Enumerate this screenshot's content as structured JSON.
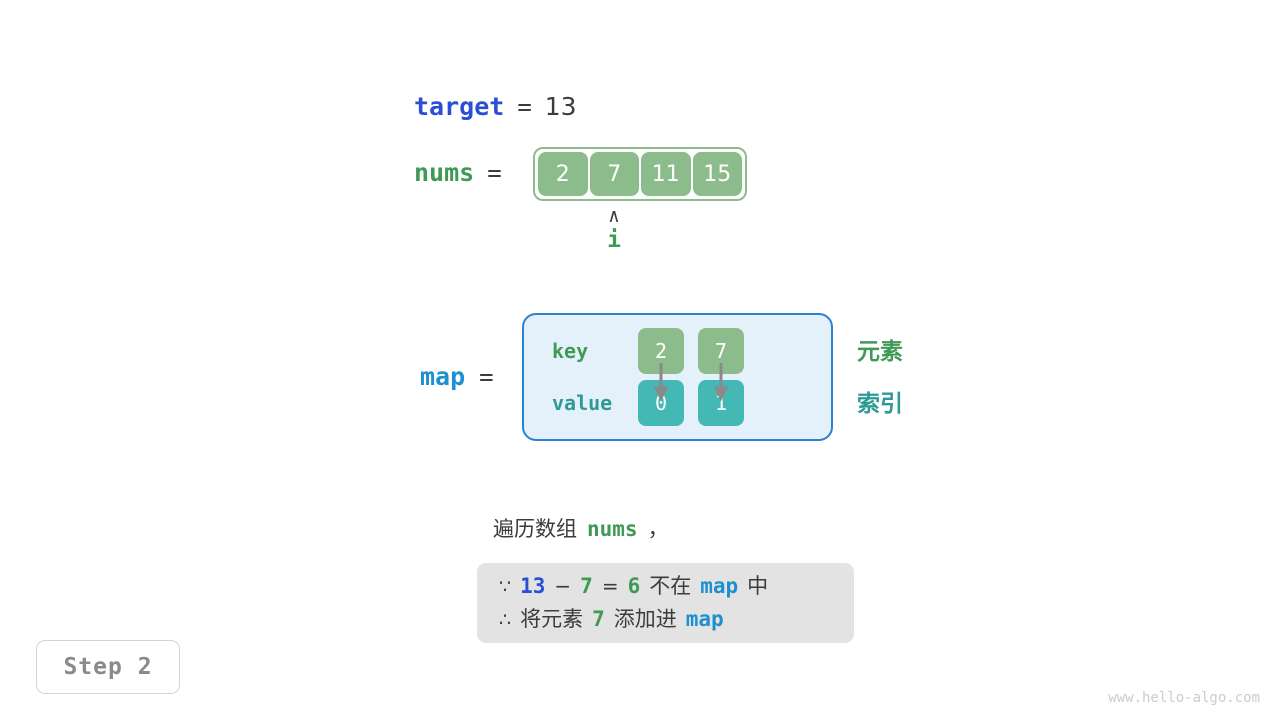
{
  "variables": {
    "target": {
      "name": "target",
      "equals": "=",
      "value": "13"
    },
    "nums": {
      "name": "nums",
      "equals": "=",
      "cells": [
        "2",
        "7",
        "11",
        "15"
      ]
    },
    "pointer": {
      "caret": "∧",
      "label": "i",
      "points_to_index": 1
    },
    "map": {
      "name": "map",
      "equals": "=",
      "key_label": "key",
      "value_label": "value",
      "keys": [
        "2",
        "7"
      ],
      "values": [
        "0",
        "1"
      ],
      "annotation_key": "元素",
      "annotation_value": "索引"
    }
  },
  "caption": {
    "prefix": "遍历数组",
    "code": "nums",
    "suffix": "，"
  },
  "explanation": {
    "line1": {
      "symbol": "∵",
      "a": "13",
      "minus": "−",
      "b": "7",
      "eq": "=",
      "result": "6",
      "text_mid": "不在",
      "code": "map",
      "text_end": "中"
    },
    "line2": {
      "symbol": "∴",
      "text_start": "将元素",
      "num": "7",
      "text_mid": "添加进",
      "code": "map"
    }
  },
  "step_badge": "Step 2",
  "watermark": "www.hello-algo.com",
  "colors": {
    "array_green": "#8cbc8b",
    "value_teal": "#43b8b4",
    "map_fill": "#e4f0fa",
    "map_border": "#2d82cf",
    "target_blue": "#2b4fd4",
    "map_blue": "#1e8fd0",
    "label_green": "#3f9a55",
    "label_teal": "#2f9a95",
    "box_gray": "#e3e3e3",
    "arrow_gray": "#8a8a8a"
  }
}
